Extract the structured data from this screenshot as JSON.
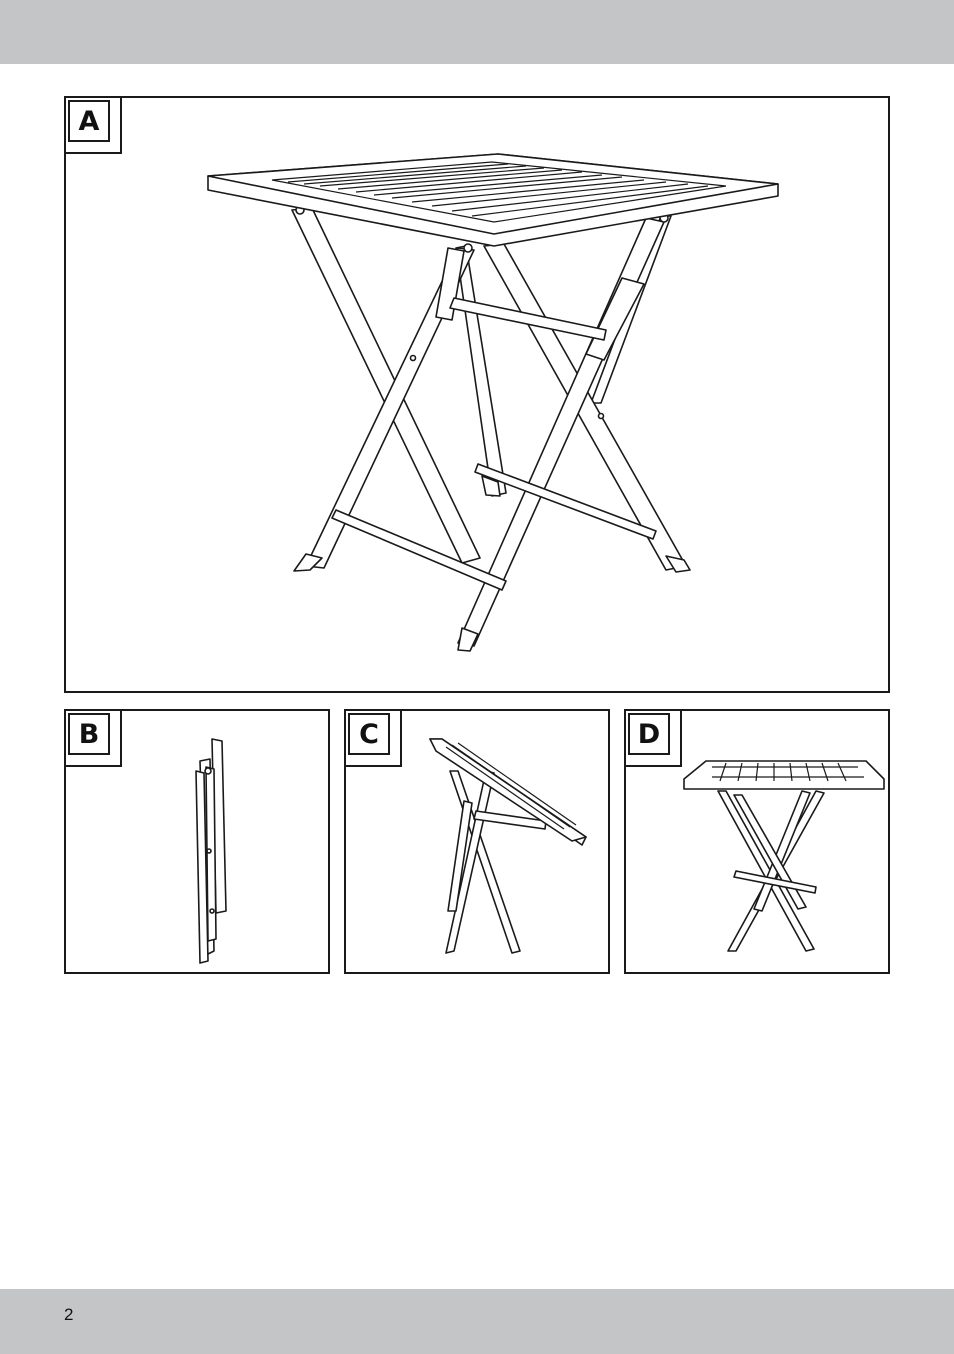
{
  "page": {
    "number": "2",
    "band_color": "#c4c5c7"
  },
  "figures": [
    {
      "id": "A",
      "label": "A",
      "description_icon": "table-unfolded-icon"
    },
    {
      "id": "B",
      "label": "B",
      "description_icon": "table-folded-icon"
    },
    {
      "id": "C",
      "label": "C",
      "description_icon": "table-unfolding-icon"
    },
    {
      "id": "D",
      "label": "D",
      "description_icon": "table-open-icon"
    }
  ]
}
